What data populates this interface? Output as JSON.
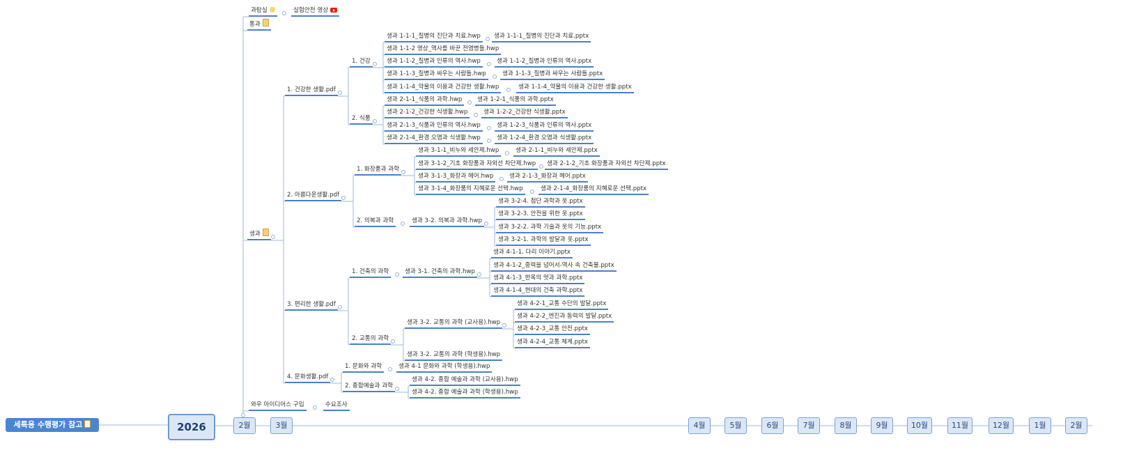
{
  "root": {
    "label": "세특용 수행평가 참고",
    "icon": "doc-icon"
  },
  "timeline": {
    "year": "2026",
    "months": [
      "2월",
      "3월",
      "4월",
      "5월",
      "6월",
      "7월",
      "8월",
      "9월",
      "10월",
      "11월",
      "12월",
      "1월",
      "2월"
    ]
  },
  "colors": {
    "line": "#4a7fc8",
    "branch": "#9cb8e0",
    "accent": "#4a86d1",
    "box_fill": "#dce7f5"
  },
  "nodes": [
    {
      "id": "gwatamsil",
      "label": "과탐실",
      "icon": "hand-icon"
    },
    {
      "id": "silheom",
      "label": "실험안전 영상",
      "icon": "yt-icon"
    },
    {
      "id": "tonggwa",
      "label": "통과",
      "icon": "doc-icon"
    },
    {
      "id": "saenggwa",
      "label": "생과",
      "icon": "doc-icon"
    },
    {
      "id": "n1",
      "label": "1. 건강한 생활.pdf"
    },
    {
      "id": "n1a",
      "label": "1. 건강"
    },
    {
      "id": "l111h",
      "label": "생과 1-1-1_질병의 진단과 치료.hwp"
    },
    {
      "id": "l111p",
      "label": "생과 1-1-1_질병의 진단과 치료.pptx"
    },
    {
      "id": "l112v",
      "label": "생과 1-1-2 영상_역사를 바꾼 전염병들.hwp"
    },
    {
      "id": "l112h",
      "label": "생과 1-1-2_질병과 인류의 역사.hwp"
    },
    {
      "id": "l112p",
      "label": "생과 1-1-2_질병과 인류의 역사.pptx"
    },
    {
      "id": "l113h",
      "label": "생과 1-1-3_질병과 싸우는 사람들.hwp"
    },
    {
      "id": "l113p",
      "label": "생과 1-1-3_질병과 싸우는 사람들.pptx"
    },
    {
      "id": "l114h",
      "label": "생과 1-1-4_약물의 이용과 건강한 생활.hwp"
    },
    {
      "id": "l114p",
      "label": "생과 1-1-4_약물의 이용과 건강한 생활.pptx"
    },
    {
      "id": "n1b",
      "label": "2. 식품"
    },
    {
      "id": "l211h",
      "label": "생과 2-1-1_식품의 과학.hwp"
    },
    {
      "id": "l121p",
      "label": "생과 1-2-1_식품의 과학.pptx"
    },
    {
      "id": "l212h",
      "label": "생과 2-1-2_건강한 식생활.hwp"
    },
    {
      "id": "l122p",
      "label": "생과 1-2-2_건강한 식생활.pptx"
    },
    {
      "id": "l213h",
      "label": "생과 2-1-3_식품과 인류의 역사.hwp"
    },
    {
      "id": "l123p",
      "label": "생과 1-2-3_식품과 인류의 역사.pptx"
    },
    {
      "id": "l214h",
      "label": "생과 2-1-4_환경 오염과 식생활.hwp"
    },
    {
      "id": "l124p",
      "label": "생과 1-2-4_환경 오염과 식생활.pptx"
    },
    {
      "id": "n2",
      "label": "2. 아름다운생활.pdf"
    },
    {
      "id": "n2a",
      "label": "1. 화장품과 과학"
    },
    {
      "id": "l311h",
      "label": "생과 3-1-1_비누와 세안제.hwp"
    },
    {
      "id": "l211p",
      "label": "생과 2-1-1_비누와 세안제.pptx"
    },
    {
      "id": "l312h",
      "label": "생과 3-1-2_기초 화장품과 자외선 차단제.hwp"
    },
    {
      "id": "l212p",
      "label": "생과 2-1-2_기초 화장품과 자외선 차단제.pptx"
    },
    {
      "id": "l313h",
      "label": "생과 3-1-3_화장과 헤어.hwp"
    },
    {
      "id": "l213p",
      "label": "생과 2-1-3_화장과 헤어.pptx"
    },
    {
      "id": "l314h",
      "label": "생과 3-1-4_화장품의 지혜로운 선택.hwp"
    },
    {
      "id": "l214p",
      "label": "생과 2-1-4_화장품의 지혜로운 선택.pptx"
    },
    {
      "id": "n2b",
      "label": "2. 의복과 과학"
    },
    {
      "id": "l32h",
      "label": "생과 3-2. 의복과 과학.hwp"
    },
    {
      "id": "l324p",
      "label": "생과 3-2-4. 첨단 과학과 옷.pptx"
    },
    {
      "id": "l323p",
      "label": "생과 3-2-3. 안전을 위한 옷.pptx"
    },
    {
      "id": "l322p",
      "label": "생과 3-2-2. 과학 기술과 옷의 기능.pptx"
    },
    {
      "id": "l321p",
      "label": "생과 3-2-1. 과학의 발달과 옷.pptx"
    },
    {
      "id": "n3",
      "label": "3. 편리한 생활.pdf"
    },
    {
      "id": "n3a",
      "label": "1. 건축의 과학"
    },
    {
      "id": "l31h",
      "label": "생과 3-1. 건축의 과학.hwp"
    },
    {
      "id": "l411p",
      "label": "생과 4-1-1. 다리 이야기.pptx"
    },
    {
      "id": "l412p",
      "label": "생과 4-1-2_중력을 넘어서-역사 속 건축물.pptx"
    },
    {
      "id": "l413p",
      "label": "생과 4-1-3_한옥의 멋과 과학.pptx"
    },
    {
      "id": "l414p",
      "label": "생과 4-1-4_현대의 건축 과학.pptx"
    },
    {
      "id": "n3b",
      "label": "2. 교통의 과학"
    },
    {
      "id": "l32t",
      "label": "생과 3-2. 교통의 과학 (교사용).hwp"
    },
    {
      "id": "l421p",
      "label": "생과 4-2-1_교통 수단의 발달.pptx"
    },
    {
      "id": "l422p",
      "label": "생과 4-2-2_엔진과 동력의 발달.pptx"
    },
    {
      "id": "l423p",
      "label": "생과 4-2-3_교통 안전.pptx"
    },
    {
      "id": "l424p",
      "label": "생과 4-2-4_교통 체계.pptx"
    },
    {
      "id": "l32s",
      "label": "생과 3-2. 교통의 과학 (학생용).hwp"
    },
    {
      "id": "n4",
      "label": "4. 문화생활.pdf"
    },
    {
      "id": "n4a",
      "label": "1. 문화와 과학"
    },
    {
      "id": "l41s",
      "label": "생과 4-1 문화와 과학 (학생용).hwp"
    },
    {
      "id": "n4b",
      "label": "2. 종합예술과 과학"
    },
    {
      "id": "l42t",
      "label": "생과 4-2. 종합 예술과 과학 (교사용).hwp"
    },
    {
      "id": "l42s",
      "label": "생과 4-2. 종합 예술과 과학 (학생용).hwp"
    },
    {
      "id": "wow",
      "label": "와우 아이디어스 구입"
    },
    {
      "id": "suyo",
      "label": "수요조사"
    }
  ]
}
